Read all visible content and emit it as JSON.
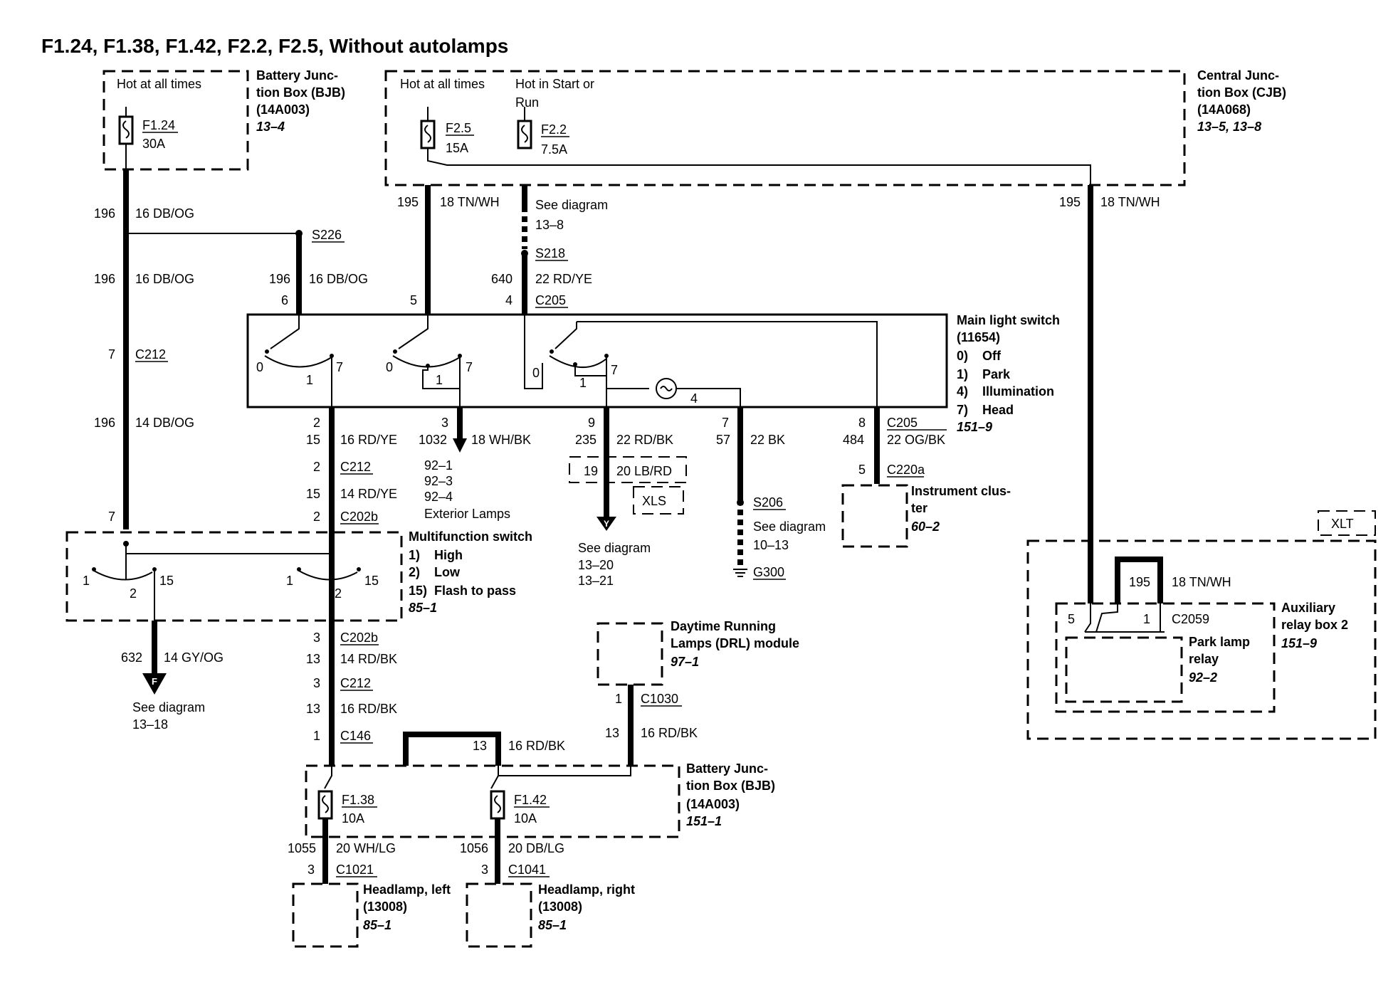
{
  "title": "F1.24, F1.38, F1.42, F2.2, F2.5, Without autolamps",
  "bjb_top": {
    "hot": "Hot at all times",
    "fuse": "F1.24",
    "amp": "30A",
    "label": [
      "Battery Junc-",
      "tion Box (BJB)",
      "(14A003)"
    ],
    "ref": "13–4"
  },
  "cjb": {
    "hot1": "Hot at all times",
    "hot2": [
      "Hot in Start or",
      "Run"
    ],
    "fuse1": "F2.5",
    "amp1": "15A",
    "fuse2": "F2.2",
    "amp2": "7.5A",
    "label": [
      "Central Junc-",
      "tion Box (CJB)",
      "(14A068)"
    ],
    "ref": "13–5, 13–8"
  },
  "wires": {
    "w196a": [
      "196",
      "16 DB/OG"
    ],
    "s226": "S226",
    "w196b": [
      "196",
      "16 DB/OG"
    ],
    "w196c": [
      "196",
      "16 DB/OG"
    ],
    "w195a": [
      "195",
      "18 TN/WH"
    ],
    "see138": [
      "See diagram",
      "13–8"
    ],
    "s218": "S218",
    "w640": [
      "640",
      "22 RD/YE"
    ],
    "w195b": [
      "195",
      "18 TN/WH"
    ],
    "c205top": {
      "p6": "6",
      "p5": "5",
      "p4": "4",
      "name": "C205"
    },
    "c212a": {
      "pin": "7",
      "name": "C212"
    },
    "w196d": [
      "196",
      "14 DB/OG"
    ]
  },
  "switch": {
    "label": [
      "Main light switch",
      "(11654)"
    ],
    "pos": [
      [
        "0)",
        "Off"
      ],
      [
        "1)",
        "Park"
      ],
      [
        "4)",
        "Illumination"
      ],
      [
        "7)",
        "Head"
      ]
    ],
    "ref": "151–9",
    "marks": {
      "z": "0",
      "one": "1",
      "seven": "7",
      "four": "4"
    }
  },
  "outs": {
    "o2": {
      "pin": "2",
      "circ": "15",
      "wire": "16 RD/YE"
    },
    "o3": {
      "pin": "3",
      "circ": "1032",
      "wire": "18 WH/BK",
      "refs": [
        "92–1",
        "92–3",
        "92–4",
        "Exterior Lamps"
      ]
    },
    "o9": {
      "pin": "9",
      "circ": "235",
      "wire": "22 RD/BK",
      "alt": [
        "19",
        "20 LB/RD"
      ],
      "xls": "XLS",
      "conn": "Y",
      "see": [
        "See diagram",
        "13–20",
        "13–21"
      ]
    },
    "o7": {
      "pin": "7",
      "circ": "57",
      "wire": "22 BK",
      "splice": "S206",
      "see": [
        "See diagram",
        "10–13"
      ],
      "gnd": "G300"
    },
    "o8": {
      "pin": "8",
      "circ": "484",
      "conn": "C205",
      "wire": "22 OG/BK",
      "pin2": "5",
      "conn2": "C220a"
    }
  },
  "cluster": {
    "label": [
      "Instrument clus-",
      "ter"
    ],
    "ref": "60–2"
  },
  "mid": {
    "c212b": [
      "2",
      "C212"
    ],
    "w15": [
      "15",
      "14 RD/YE"
    ],
    "c202b": [
      "2",
      "C202b"
    ],
    "p7": "7"
  },
  "mfs": {
    "label": "Multifunction switch",
    "pos": [
      [
        "1)",
        "High"
      ],
      [
        "2)",
        "Low"
      ],
      [
        "15)",
        "Flash to pass"
      ]
    ],
    "ref": "85–1",
    "marks": {
      "one": "1",
      "two": "2",
      "fifteen": "15"
    }
  },
  "lower": {
    "w632": [
      "632",
      "14 GY/OG"
    ],
    "conn": "F",
    "see": [
      "See diagram",
      "13–18"
    ],
    "c202b": [
      "3",
      "C202b"
    ],
    "w13a": [
      "13",
      "14 RD/BK"
    ],
    "c212": [
      "3",
      "C212"
    ],
    "w13b": [
      "13",
      "16 RD/BK"
    ],
    "c146": [
      "1",
      "C146"
    ],
    "w13c": [
      "13",
      "16 RD/BK"
    ]
  },
  "drl": {
    "label": [
      "Daytime Running",
      "Lamps (DRL) module"
    ],
    "ref": "97–1",
    "conn": [
      "1",
      "C1030"
    ],
    "wire": [
      "13",
      "16 RD/BK"
    ]
  },
  "bjb_bot": {
    "fuse1": "F1.38",
    "amp1": "10A",
    "fuse2": "F1.42",
    "amp2": "10A",
    "label": [
      "Battery Junc-",
      "tion Box (BJB)",
      "(14A003)"
    ],
    "ref": "151–1"
  },
  "heads": {
    "left": {
      "circ": "1055",
      "wire": "20 WH/LG",
      "pin": "3",
      "conn": "C1021",
      "label": [
        "Headlamp, left",
        "(13008)"
      ],
      "ref": "85–1"
    },
    "right": {
      "circ": "1056",
      "wire": "20 DB/LG",
      "pin": "3",
      "conn": "C1041",
      "label": [
        "Headlamp, right",
        "(13008)"
      ],
      "ref": "85–1"
    }
  },
  "aux": {
    "xlt": "XLT",
    "wire": [
      "195",
      "18 TN/WH"
    ],
    "pins": [
      "5",
      "1"
    ],
    "conn": "C2059",
    "relay": [
      "Park lamp",
      "relay"
    ],
    "relay_ref": "92–2",
    "label": [
      "Auxiliary",
      "relay box 2"
    ],
    "ref": "151–9"
  }
}
